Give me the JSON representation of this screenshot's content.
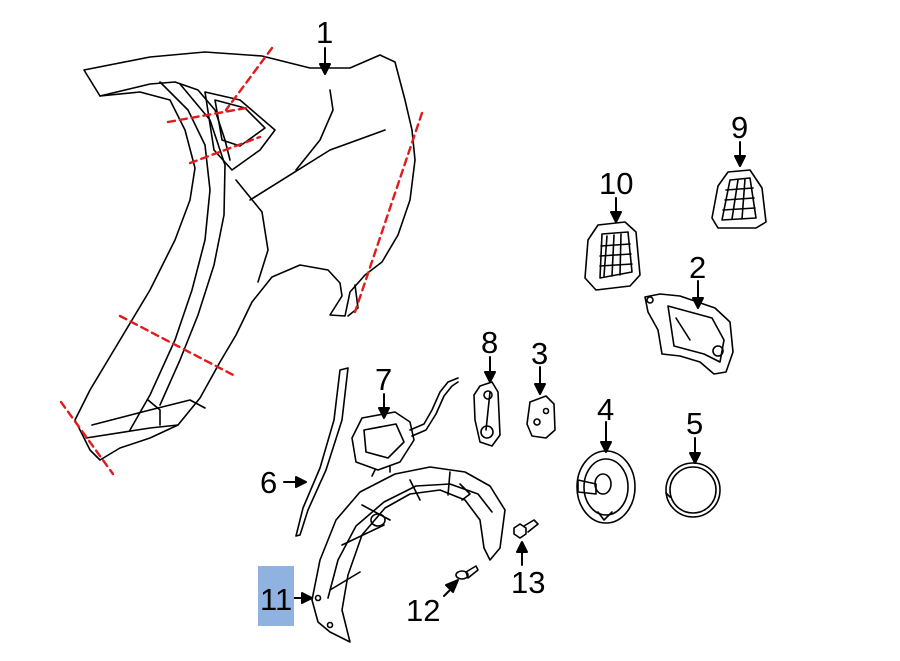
{
  "callouts": {
    "c1": "1",
    "c2": "2",
    "c3": "3",
    "c4": "4",
    "c5": "5",
    "c6": "6",
    "c7": "7",
    "c8": "8",
    "c9": "9",
    "c10": "10",
    "c11": "11",
    "c12": "12",
    "c13": "13"
  },
  "colors": {
    "line": "#000000",
    "cut_line": "#e11b1b",
    "highlight": "#8fb2e0",
    "background": "#ffffff"
  },
  "highlighted_callout": "11"
}
